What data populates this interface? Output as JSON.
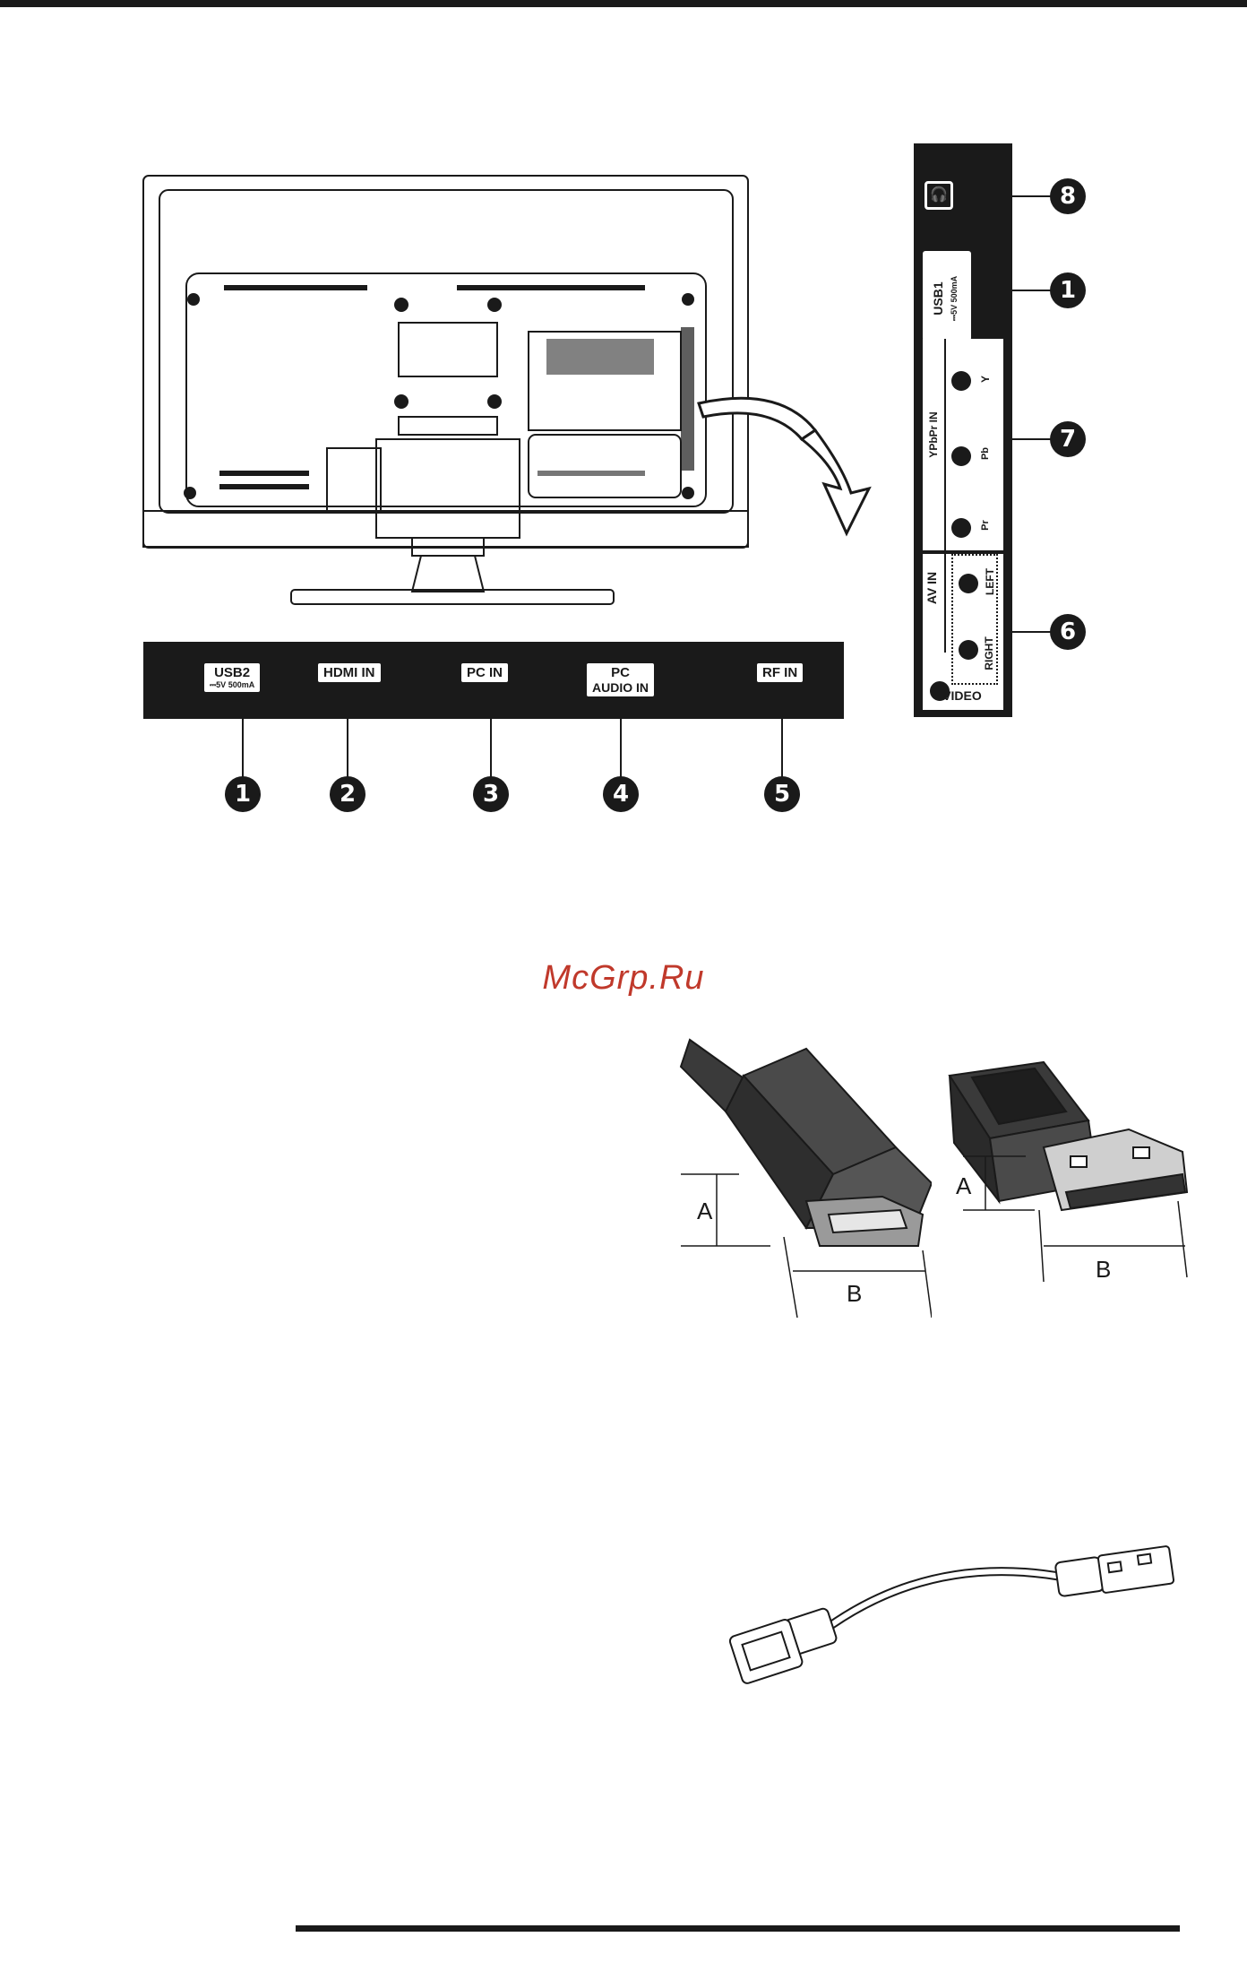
{
  "watermark": "McGrp.Ru",
  "bottom_panel": {
    "ports": [
      {
        "label": "USB2",
        "sub": "⎓5V 500mA"
      },
      {
        "label": "HDMI IN",
        "sub": ""
      },
      {
        "label": "PC IN",
        "sub": ""
      },
      {
        "label": "PC",
        "sub": "AUDIO IN"
      },
      {
        "label": "RF IN",
        "sub": ""
      }
    ],
    "callouts": [
      "1",
      "2",
      "3",
      "4",
      "5"
    ]
  },
  "side_panel": {
    "headphone_icon": "headphone-icon",
    "usb1_label": "USB1",
    "usb1_sub": "⎓5V 500mA",
    "ypbpr_label": "YPbPr IN",
    "y_label": "Y",
    "pb_label": "Pb",
    "pr_label": "Pr",
    "av_label": "AV IN",
    "left_label": "LEFT",
    "right_label": "RIGHT",
    "video_label": "VIDEO",
    "callouts": [
      "8",
      "1",
      "7",
      "6"
    ]
  },
  "hdmi_figure": {
    "dim_a": "A",
    "dim_b": "B"
  },
  "usb_figure": {
    "dim_a": "A",
    "dim_b": "B"
  }
}
